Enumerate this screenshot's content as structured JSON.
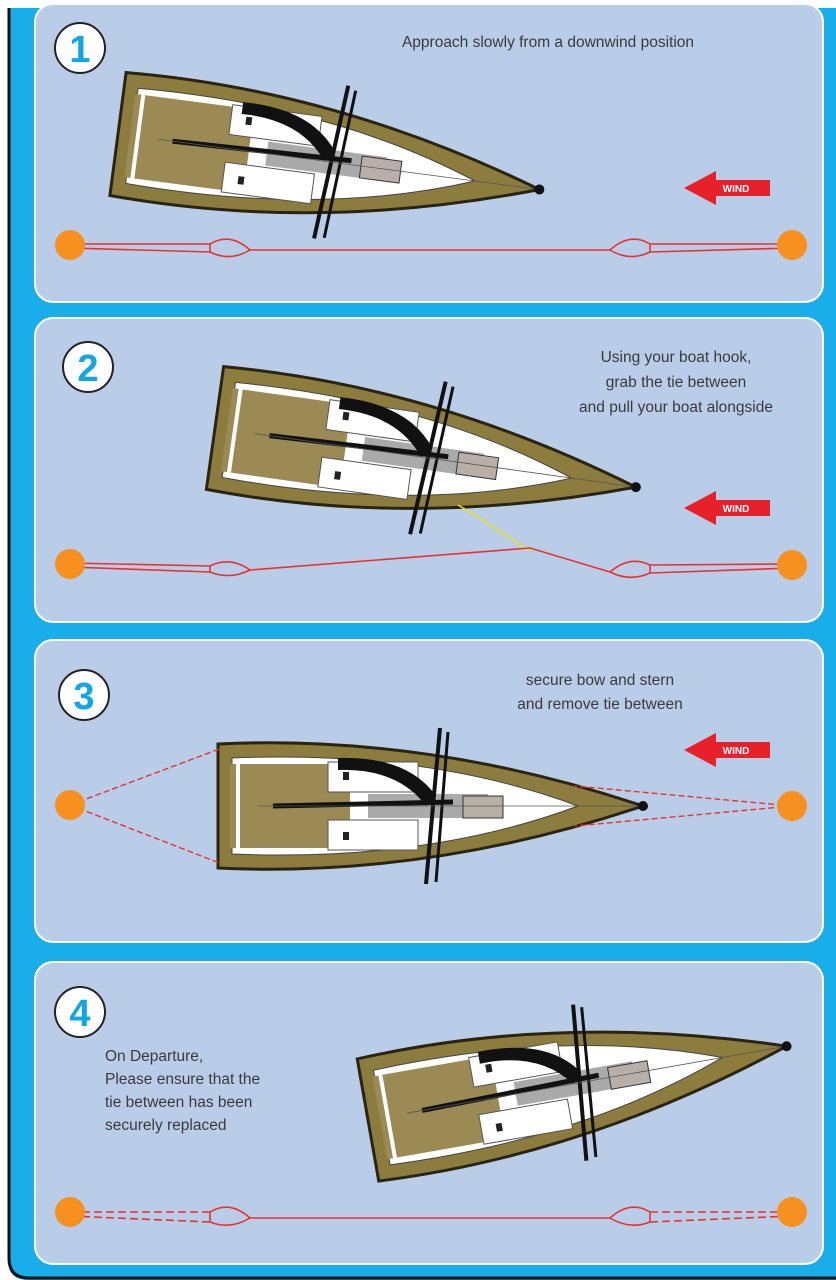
{
  "colors": {
    "frame": "#19aee9",
    "panel": "#b9cde9",
    "buoy": "#f7901e",
    "line": "#e8322e",
    "wind": "#e8202a",
    "hull": "#8c7c3e",
    "number": "#12a6e4"
  },
  "steps": [
    {
      "number": "1",
      "lines": [
        "Approach slowly from a downwind position"
      ],
      "wind_label": "WIND"
    },
    {
      "number": "2",
      "lines": [
        "Using your boat hook,",
        "grab the tie between",
        "and pull your boat alongside"
      ],
      "wind_label": "WIND"
    },
    {
      "number": "3",
      "lines": [
        "secure bow and stern",
        "and remove tie between"
      ],
      "wind_label": "WIND"
    },
    {
      "number": "4",
      "lines": [
        "On Departure,",
        "Please ensure that the",
        "tie between has been",
        "securely replaced"
      ]
    }
  ]
}
